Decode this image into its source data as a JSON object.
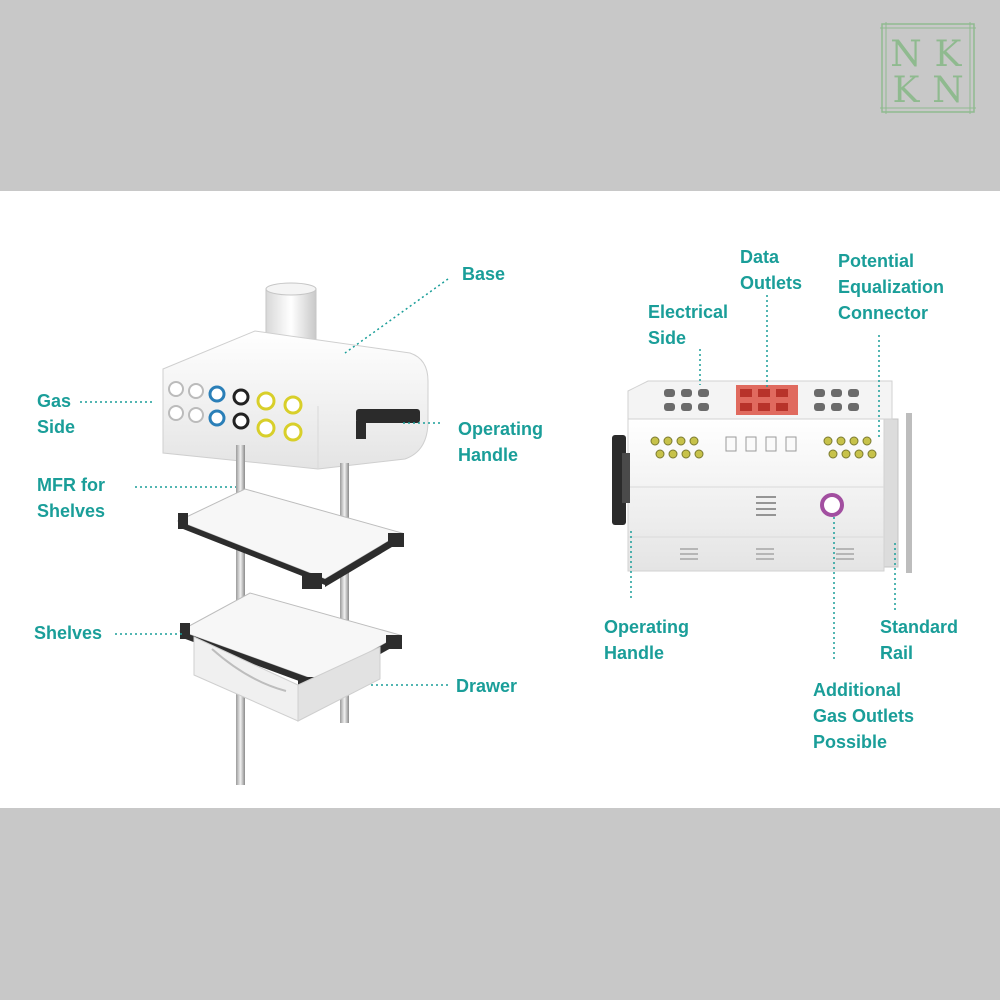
{
  "logo": {
    "letters": [
      "N",
      "K",
      "K",
      "N"
    ]
  },
  "colors": {
    "accent": "#1a9e99",
    "band": "#c8c8c8",
    "logo": "#8fba8f"
  },
  "left_unit": {
    "labels": {
      "base": "Base",
      "gas_side": [
        "Gas",
        "Side"
      ],
      "operating_handle": [
        "Operating",
        "Handle"
      ],
      "mfr_for_shelves": [
        "MFR for",
        "Shelves"
      ],
      "shelves": "Shelves",
      "drawer": "Drawer"
    }
  },
  "right_unit": {
    "labels": {
      "data_outlets": [
        "Data",
        "Outlets"
      ],
      "potential_equalization": [
        "Potential",
        "Equalization",
        "Connector"
      ],
      "electrical_side": [
        "Electrical",
        "Side"
      ],
      "operating_handle": [
        "Operating",
        "Handle"
      ],
      "standard_rail": [
        "Standard",
        "Rail"
      ],
      "additional_gas_outlets": [
        "Additional",
        "Gas Outlets",
        "Possible"
      ]
    }
  }
}
